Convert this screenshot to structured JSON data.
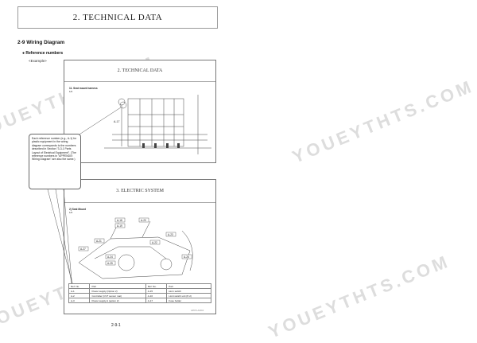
{
  "header": {
    "title": "2. TECHNICAL DATA"
  },
  "section": {
    "heading": "2-9  Wiring Diagram"
  },
  "reference": {
    "bullet": "● Reference numbers",
    "example": "<Example>"
  },
  "example_page1": {
    "title": "2. TECHNICAL DATA",
    "subtitle": "11. Seat mount harness",
    "subcode": "1/2"
  },
  "example_page2": {
    "title": "3. ELECTRIC SYSTEM",
    "subtitle": "2) Seat Mount",
    "subcode": "1/2"
  },
  "callout": {
    "text": "Each reference number (e.g., A-1) for plastic equipment in the wiring diagram corresponds to the numbers described in Section \"3-3-1 Parts Layout of Electrical Equipment\". (The reference numbers in \"APPENDIX Wiring Diagram\" are also the same.)"
  },
  "ref_table": {
    "headers": [
      "Ref. No.",
      "Part",
      "Ref. No.",
      "Part"
    ],
    "rows": [
      [
        "A-1",
        "Power supply (Option 2)",
        "A-15",
        "Horn switch"
      ],
      [
        "A-2",
        "Controller (CVT sensor mat)",
        "A-16",
        "Limit switch unit (P-2)"
      ],
      [
        "A-3",
        "Power supply A (option 2)",
        "A-17",
        "Fuse holder"
      ]
    ]
  },
  "labels": {
    "diagram_labels": [
      "A-17",
      "A-18",
      "A-19",
      "A-20",
      "A-21",
      "A-22",
      "A-23",
      "A-24",
      "A-25",
      "A-26",
      "A-27"
    ]
  },
  "footer": {
    "page": "2-9-1",
    "code": "AP070-A0010"
  },
  "watermark": {
    "text": "YOUEYTHTS.COM"
  }
}
